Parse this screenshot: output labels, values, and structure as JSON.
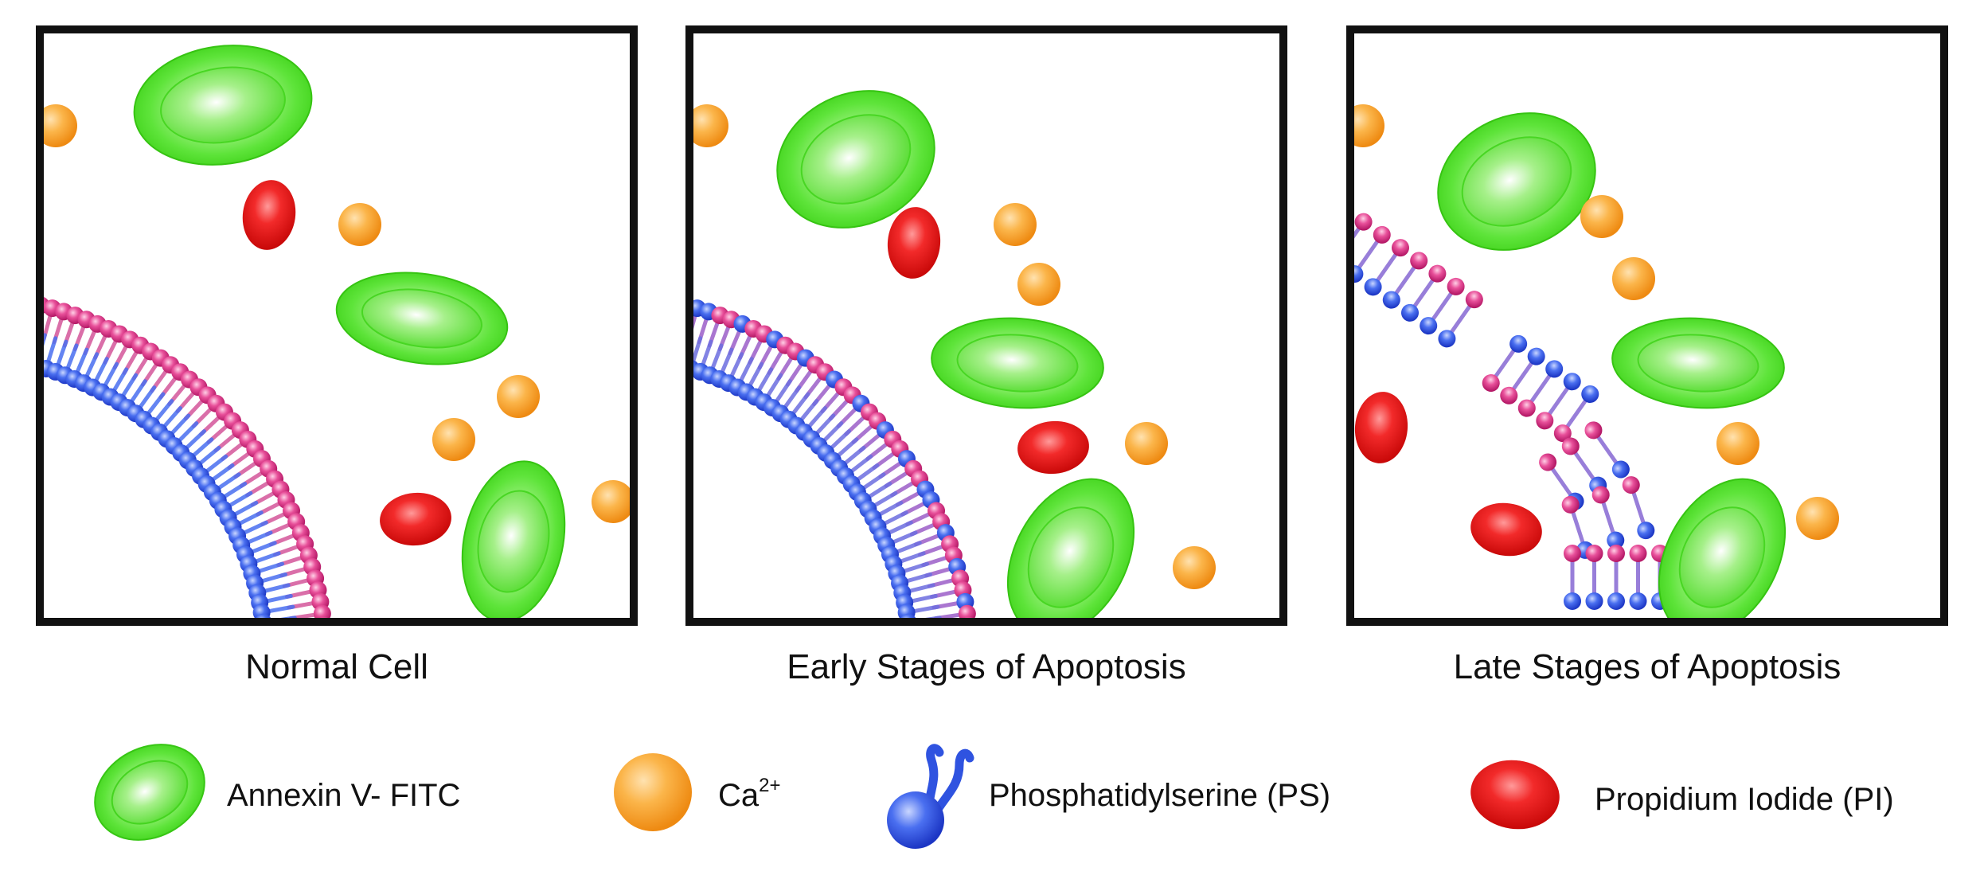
{
  "colors": {
    "annexin": "#3fe21a",
    "calcium": "#f7a02a",
    "ps_head": "#2f53e0",
    "pc_head": "#e0378f",
    "pi": "#e01212",
    "frame": "#111111",
    "background": "#ffffff"
  },
  "panels": [
    {
      "id": "normal",
      "label": "Normal Cell"
    },
    {
      "id": "early",
      "label": "Early Stages of Apoptosis"
    },
    {
      "id": "late",
      "label": "Late Stages of Apoptosis"
    }
  ],
  "legend": {
    "annexin": {
      "label": "Annexin V- FITC",
      "icon": "annexin-ellipse-icon"
    },
    "calcium": {
      "label": "Ca",
      "superscript": "2+",
      "icon": "calcium-ball-icon"
    },
    "ps": {
      "label": "Phosphatidylserine (PS)",
      "icon": "phospholipid-icon"
    },
    "pi": {
      "label": "Propidium Iodide (PI)",
      "icon": "propidium-iodide-icon"
    }
  }
}
